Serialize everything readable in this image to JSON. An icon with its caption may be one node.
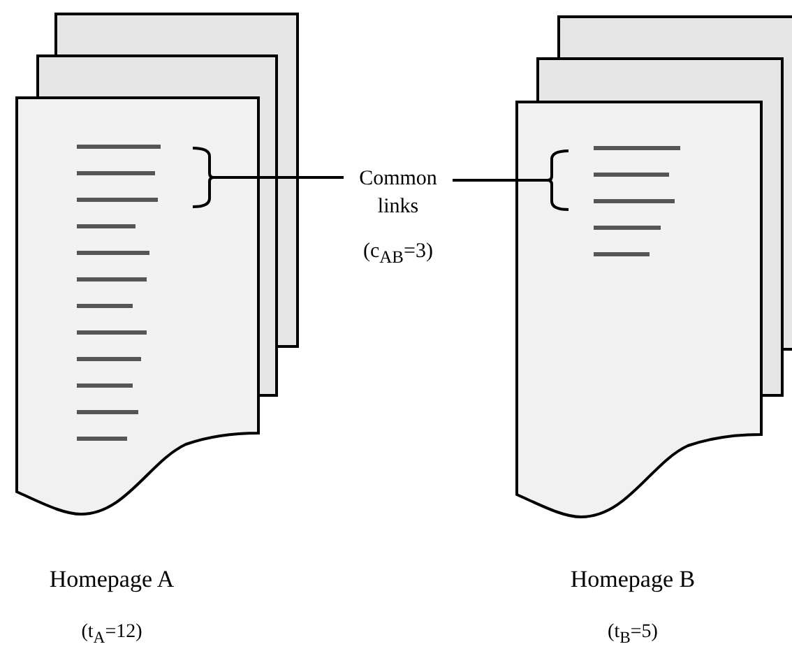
{
  "diagram": {
    "nodes": [
      {
        "text": [],
        "shape": "picture",
        "beside": [
          "Homepage A",
          "(t$_{A}$=12)"
        ]
      },
      {
        "text": [],
        "shape": "bracket",
        "in": 0
      },
      {
        "text": [
          "Common links",
          "(c$_{AB}$=3)"
        ]
      },
      {
        "text": [],
        "shape": "picture",
        "beside": [
          "Homepage B",
          "(t$_{B}$=5)"
        ]
      },
      {
        "text": [],
        "shape": "bracket",
        "in": 3
      }
    ],
    "edges": [
      {
        "from": 2,
        "to": 1,
        "arrow": "none"
      },
      {
        "from": 2,
        "to": 4,
        "arrow": "none"
      }
    ]
  }
}
